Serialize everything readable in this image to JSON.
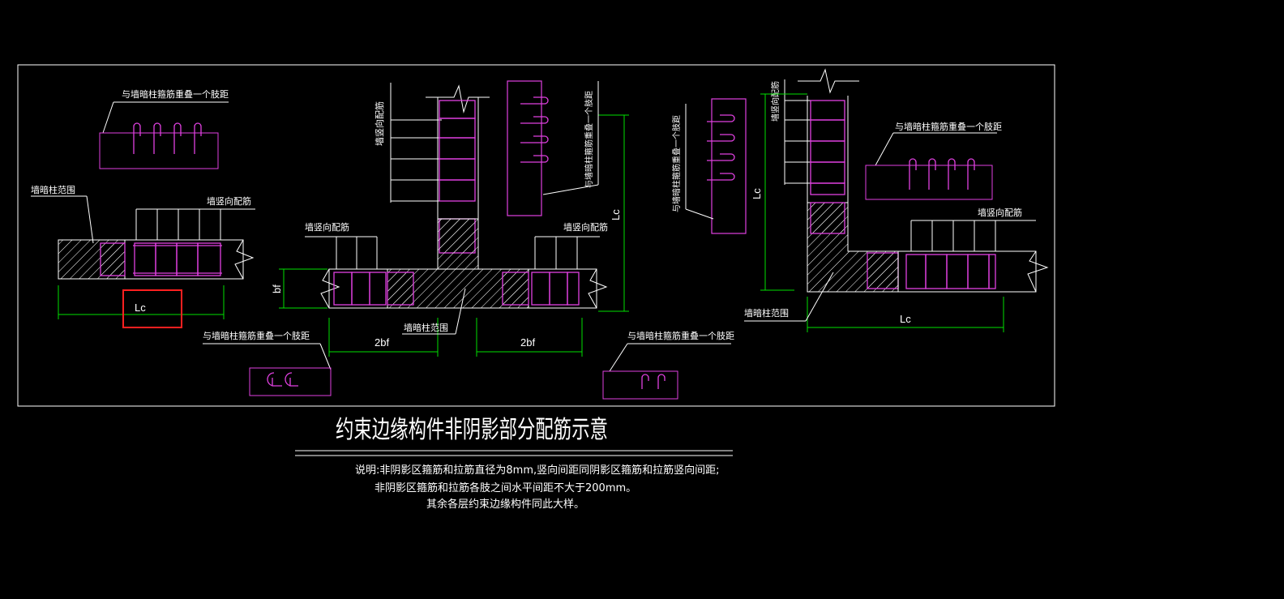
{
  "drawing": {
    "title": "约束边缘构件非阴影部分配筋示意",
    "notes": [
      "说明:非阴影区箍筋和拉筋直径为8mm,竖向间距同阴影区箍筋和拉筋竖向间距;",
      "非阴影区箍筋和拉筋各肢之间水平间距不大于200mm。",
      "其余各层约束边缘构件同此大样。"
    ],
    "labels": {
      "overlap": "与墙暗柱箍筋重叠一个肢距",
      "column_range": "墙暗柱范围",
      "vertical_bars": "墙竖向配筋",
      "lc": "Lc",
      "bf": "bf",
      "two_bf": "2bf"
    },
    "colors": {
      "background": "#000000",
      "frame": "#ffffff",
      "rebar": "#e040e0",
      "dimension": "#00e000",
      "highlight": "#ff2020"
    }
  }
}
